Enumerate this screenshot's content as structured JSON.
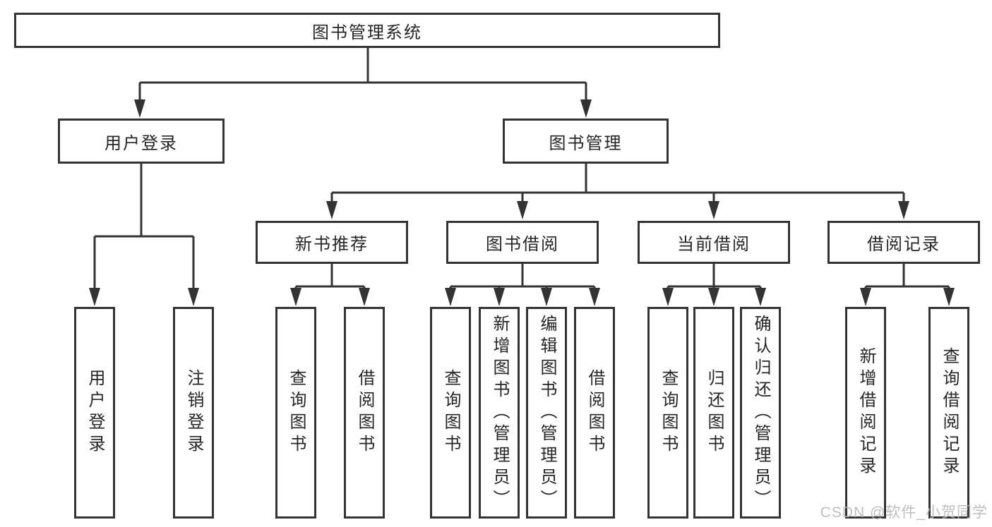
{
  "diagram_title": "图书管理系统",
  "tree": {
    "root": {
      "label": "图书管理系统",
      "children": [
        {
          "label": "用户登录",
          "children": [
            {
              "label": "用户登录"
            },
            {
              "label": "注销登录"
            }
          ]
        },
        {
          "label": "图书管理",
          "children": [
            {
              "label": "新书推荐",
              "children": [
                {
                  "label": "查询图书"
                },
                {
                  "label": "借阅图书"
                }
              ]
            },
            {
              "label": "图书借阅",
              "children": [
                {
                  "label": "查询图书"
                },
                {
                  "label": "新增图书（管理员）"
                },
                {
                  "label": "编辑图书（管理员）"
                },
                {
                  "label": "借阅图书"
                }
              ]
            },
            {
              "label": "当前借阅",
              "children": [
                {
                  "label": "查询图书"
                },
                {
                  "label": "归还图书"
                },
                {
                  "label": "确认归还（管理员）"
                }
              ]
            },
            {
              "label": "借阅记录",
              "children": [
                {
                  "label": "新增借阅记录"
                },
                {
                  "label": "查询借阅记录"
                }
              ]
            }
          ]
        }
      ]
    }
  },
  "watermark": "CSDN @软件_小贺同学",
  "colors": {
    "line": "#333333",
    "text": "#262626",
    "background": "#ffffff",
    "watermark": "#b8b8b8"
  }
}
